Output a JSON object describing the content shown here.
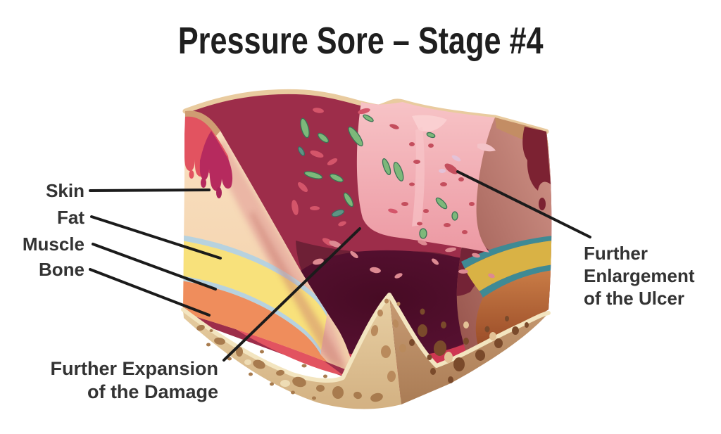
{
  "title": {
    "text": "Pressure Sore – Stage #4"
  },
  "tissue_labels": [
    {
      "id": "skin",
      "text": "Skin"
    },
    {
      "id": "fat",
      "text": "Fat"
    },
    {
      "id": "muscle",
      "text": "Muscle"
    },
    {
      "id": "bone",
      "text": "Bone"
    }
  ],
  "annotations": {
    "expansion": {
      "line1": "Further Expansion",
      "line2": "of the Damage"
    },
    "enlargement": {
      "line1": "Further",
      "line2": "Enlargement",
      "line3": "of the Ulcer"
    }
  },
  "palette": {
    "background": "#ffffff",
    "title_text": "#1f1f1f",
    "label_text": "#333333",
    "leader_line": "#1b1b1b",
    "skin": "#f6d6b4",
    "fat": "#f8e17b",
    "fascia": "#b7d2df",
    "muscle": "#ef8d5c",
    "bone_light": "#e2c79b",
    "bone_dark": "#b98a62",
    "ulcer_wall": "#9d2d4a",
    "ulcer_shelf": "#6e2036",
    "ulcer_pit": "#4d0d28",
    "inflamed_wall": "#f2a9ae",
    "blood_red": "#e25360",
    "crimson_ring": "#ce3752",
    "drip_magenta": "#b62a5e",
    "fascia_deep": "#3f8a94",
    "fat_deep": "#d9b245",
    "bacteria_green": "#7db87a"
  }
}
